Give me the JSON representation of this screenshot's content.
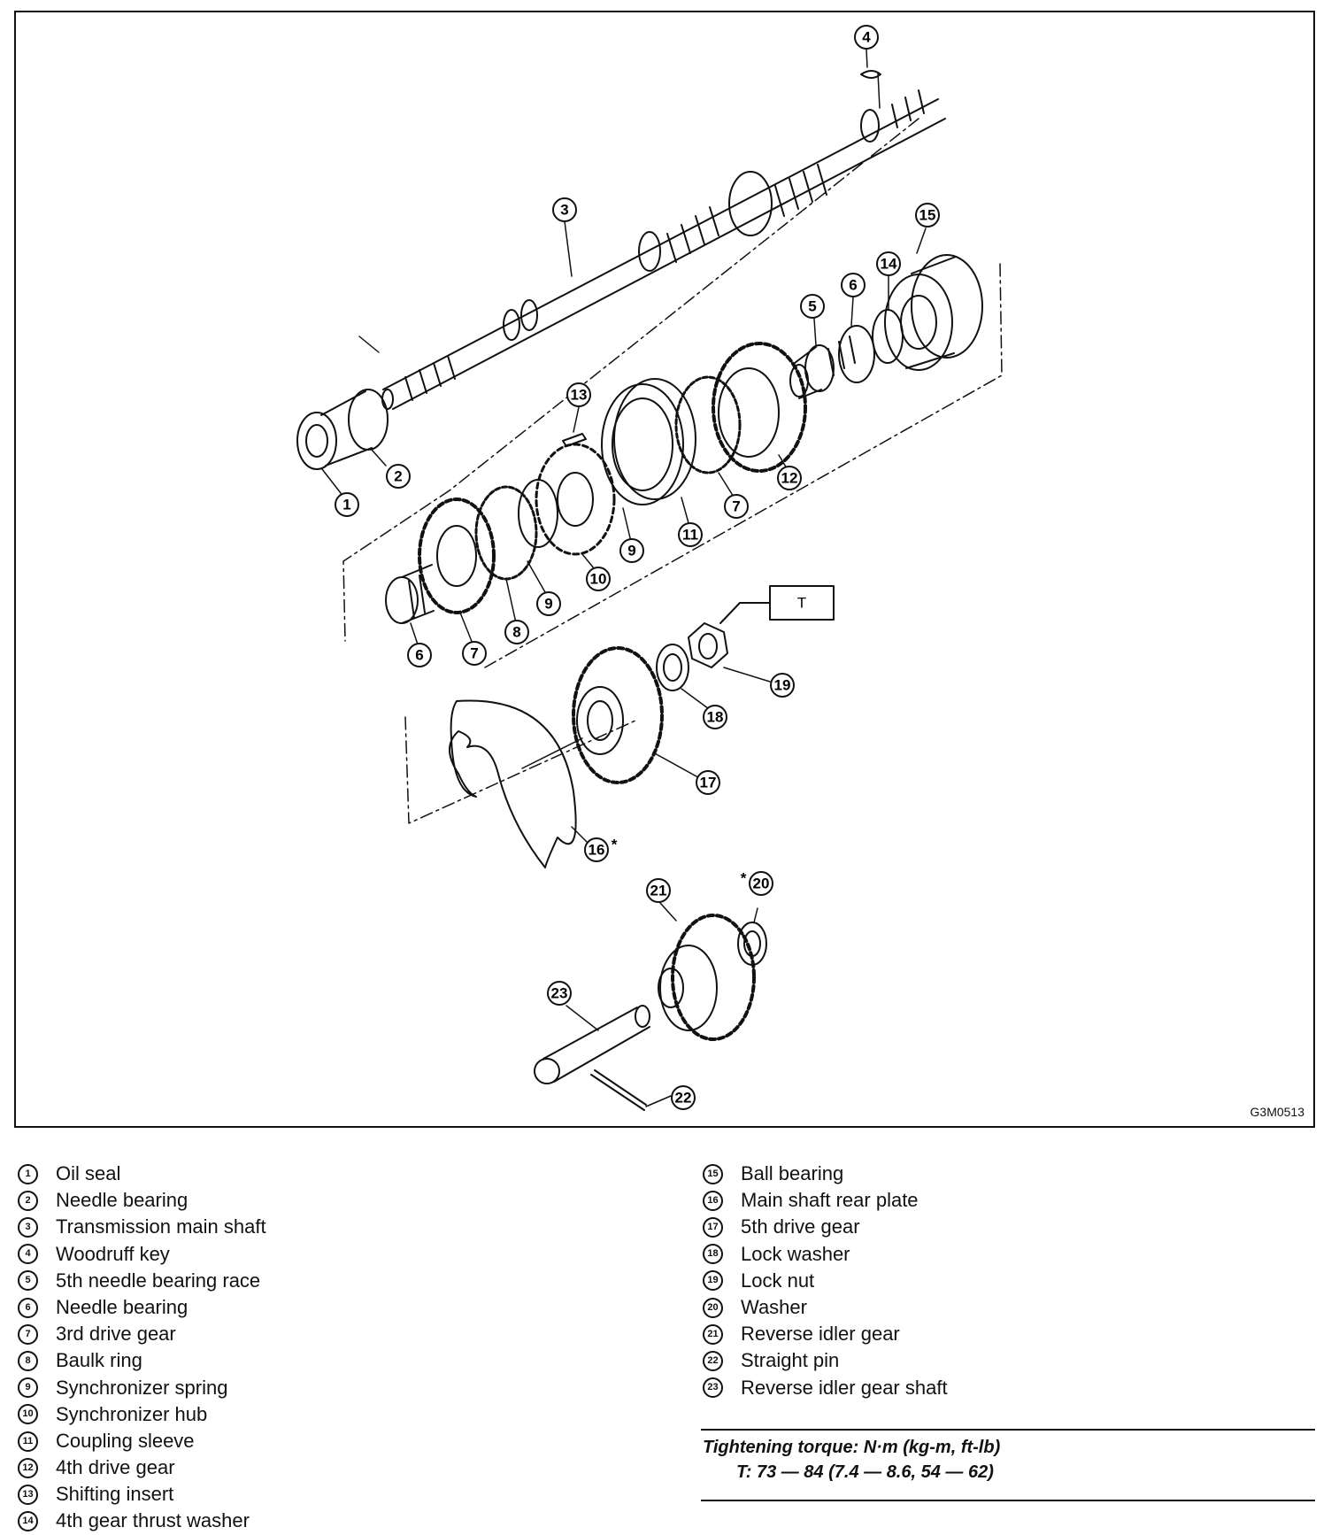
{
  "figure_code": "G3M0513",
  "box_label": "T",
  "callouts": {
    "c1": "1",
    "c2": "2",
    "c3": "3",
    "c4": "4",
    "c5": "5",
    "c6a": "6",
    "c6b": "6",
    "c7a": "7",
    "c7b": "7",
    "c8": "8",
    "c9a": "9",
    "c9b": "9",
    "c10": "10",
    "c11": "11",
    "c12": "12",
    "c13": "13",
    "c14": "14",
    "c15": "15",
    "c16": "16",
    "c17": "17",
    "c18": "18",
    "c19": "19",
    "c20": "20",
    "c21": "21",
    "c22": "22",
    "c23": "23"
  },
  "asterisk": "*",
  "legend_left": [
    {
      "num": "1",
      "label": "Oil seal"
    },
    {
      "num": "2",
      "label": "Needle bearing"
    },
    {
      "num": "3",
      "label": "Transmission main shaft"
    },
    {
      "num": "4",
      "label": "Woodruff key"
    },
    {
      "num": "5",
      "label": "5th needle bearing race"
    },
    {
      "num": "6",
      "label": "Needle bearing"
    },
    {
      "num": "7",
      "label": "3rd drive gear"
    },
    {
      "num": "8",
      "label": "Baulk ring"
    },
    {
      "num": "9",
      "label": "Synchronizer spring"
    },
    {
      "num": "10",
      "label": "Synchronizer hub"
    },
    {
      "num": "11",
      "label": "Coupling sleeve"
    },
    {
      "num": "12",
      "label": "4th drive gear"
    },
    {
      "num": "13",
      "label": "Shifting insert"
    },
    {
      "num": "14",
      "label": "4th gear thrust washer"
    }
  ],
  "legend_right": [
    {
      "num": "15",
      "label": "Ball bearing"
    },
    {
      "num": "16",
      "label": "Main shaft rear plate"
    },
    {
      "num": "17",
      "label": "5th drive gear"
    },
    {
      "num": "18",
      "label": "Lock washer"
    },
    {
      "num": "19",
      "label": "Lock nut"
    },
    {
      "num": "20",
      "label": "Washer"
    },
    {
      "num": "21",
      "label": "Reverse idler gear"
    },
    {
      "num": "22",
      "label": "Straight pin"
    },
    {
      "num": "23",
      "label": "Reverse idler gear shaft"
    }
  ],
  "torque": {
    "heading": "Tightening torque: N·m (kg-m, ft-lb)",
    "value": "T: 73 — 84 (7.4 — 8.6, 54 — 62)"
  }
}
